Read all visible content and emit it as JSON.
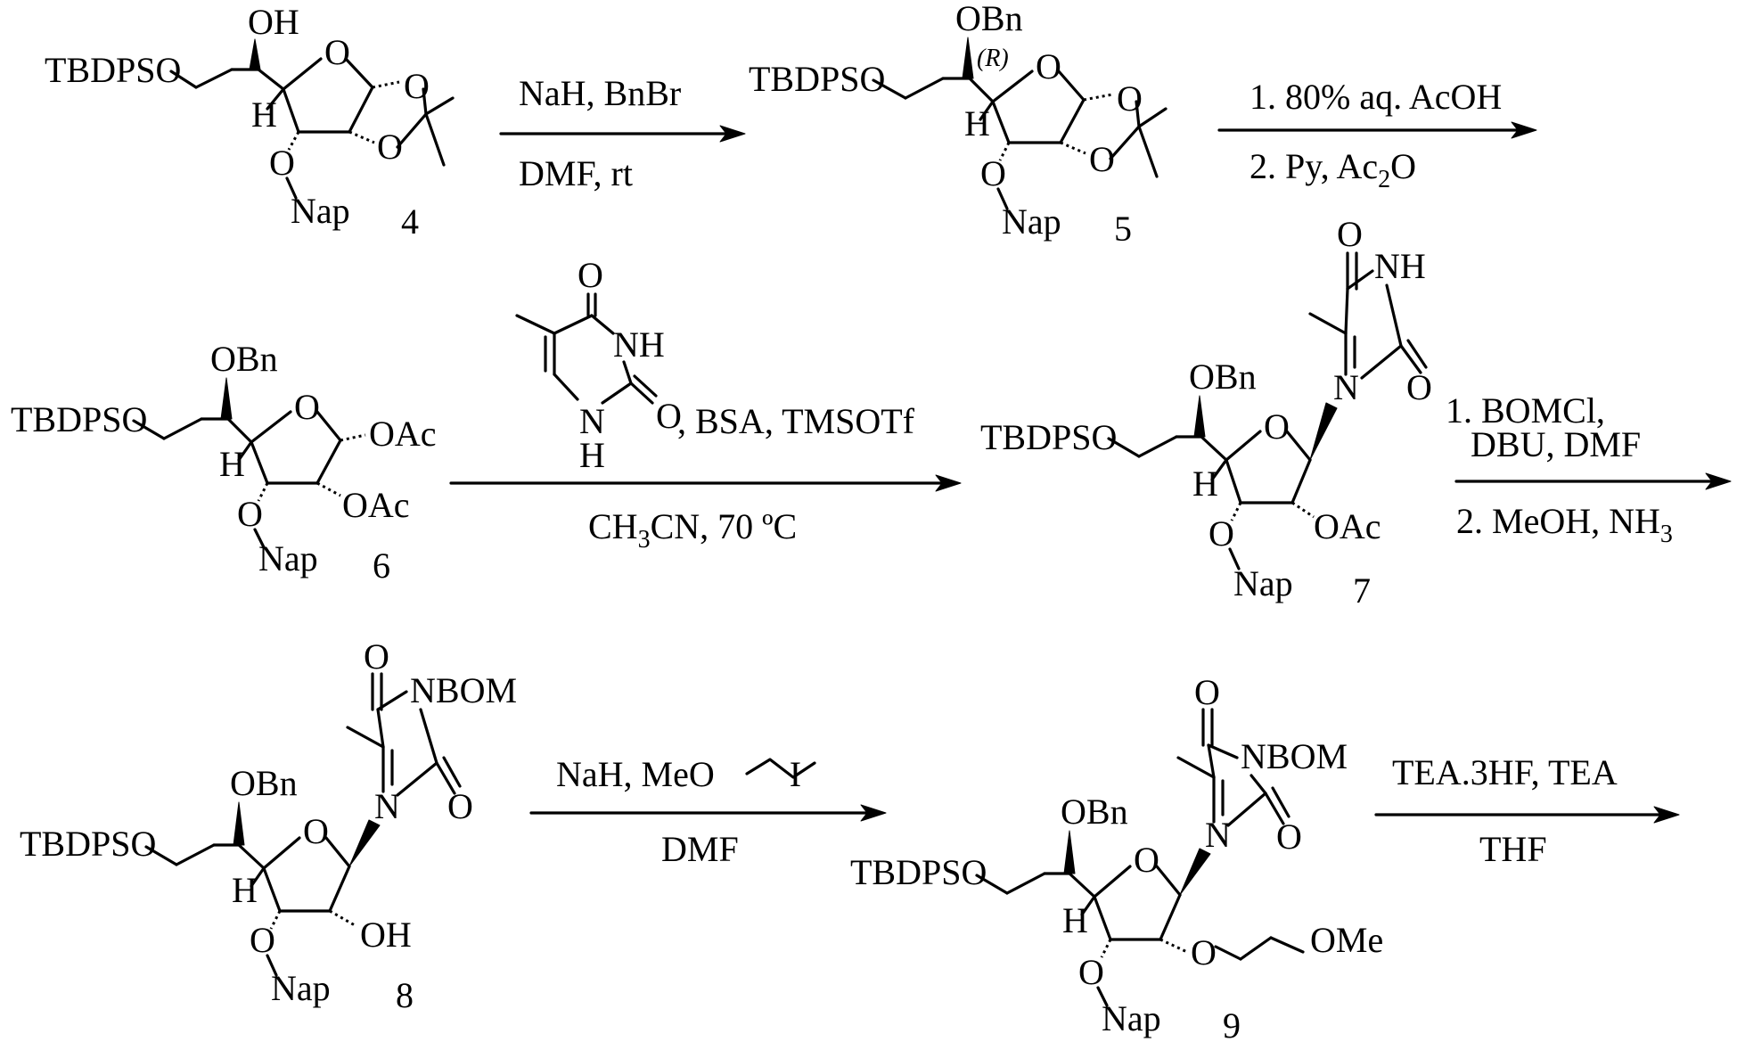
{
  "compounds": {
    "c4": {
      "number": "4",
      "groups": {
        "silyl": "TBDPSO",
        "hydroxyl": "OH",
        "h": "H",
        "o_link": "O",
        "nap": "Nap",
        "ring_o1": "O",
        "ring_o2": "O",
        "ring_o3": "O"
      }
    },
    "c5": {
      "number": "5",
      "groups": {
        "silyl": "TBDPSO",
        "obn": "OBn",
        "stereo": "(R)",
        "h": "H",
        "o_link": "O",
        "nap": "Nap",
        "ring_o1": "O",
        "ring_o2": "O",
        "ring_o3": "O"
      }
    },
    "c6": {
      "number": "6",
      "groups": {
        "silyl": "TBDPSO",
        "obn": "OBn",
        "h": "H",
        "o_link": "O",
        "nap": "Nap",
        "ring_o": "O",
        "oac1": "OAc",
        "oac2": "OAc"
      }
    },
    "c7": {
      "number": "7",
      "groups": {
        "silyl": "TBDPSO",
        "obn": "OBn",
        "h": "H",
        "o_link": "O",
        "nap": "Nap",
        "ring_o": "O",
        "oac": "OAc",
        "carbonyl_o1": "O",
        "carbonyl_o2": "O",
        "nh": "NH",
        "n1": "N"
      }
    },
    "c8": {
      "number": "8",
      "groups": {
        "silyl": "TBDPSO",
        "obn": "OBn",
        "h": "H",
        "o_link": "O",
        "nap": "Nap",
        "ring_o": "O",
        "oh": "OH",
        "carbonyl_o1": "O",
        "carbonyl_o2": "O",
        "nbom": "NBOM",
        "n1": "N"
      }
    },
    "c9": {
      "number": "9",
      "groups": {
        "silyl": "TBDPSO",
        "obn": "OBn",
        "h": "H",
        "o_link": "O",
        "nap": "Nap",
        "ring_o": "O",
        "o_ether": "O",
        "ome": "OMe",
        "carbonyl_o1": "O",
        "carbonyl_o2": "O",
        "nbom": "NBOM",
        "n1": "N"
      }
    },
    "thymine_reagent": {
      "groups": {
        "o_top": "O",
        "o_right": "O",
        "nh_top": "NH",
        "n_bottom": "N",
        "h_bottom": "H"
      }
    }
  },
  "arrows": {
    "a1": {
      "above": "NaH, BnBr",
      "below": "DMF, rt"
    },
    "a2": {
      "above": "1. 80% aq. AcOH",
      "below": "2. Py, Ac",
      "below_sub": "2",
      "below_tail": "O"
    },
    "a3": {
      "above": ", BSA, TMSOTf",
      "below": "CH",
      "below_sub": "3",
      "below_tail": "CN, 70 ºC"
    },
    "a4": {
      "above1": "1. BOMCl,",
      "above2": "DBU, DMF",
      "below": "2. MeOH, NH",
      "below_sub": "3"
    },
    "a5": {
      "above_pre": "NaH, MeO",
      "above_post": "I",
      "below": "DMF"
    },
    "a6": {
      "above": "TEA.3HF, TEA",
      "below": "THF"
    }
  }
}
